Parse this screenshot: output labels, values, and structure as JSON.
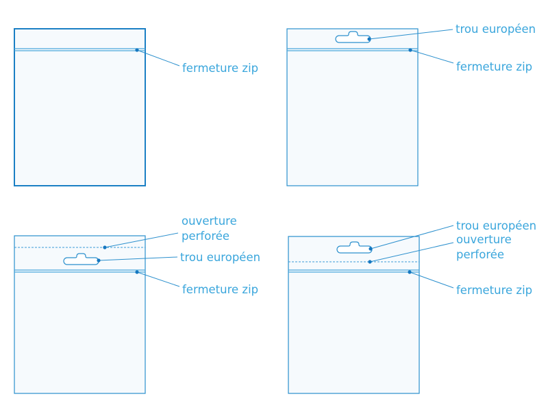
{
  "colors": {
    "line": "#2a8fcd",
    "label": "#3aa6dc",
    "bag_fill": "#f6fafd"
  },
  "labels": {
    "zip": "fermeture zip",
    "euro_hole": "trou européen",
    "perforated_1": "ouverture",
    "perforated_2": "perforée"
  }
}
